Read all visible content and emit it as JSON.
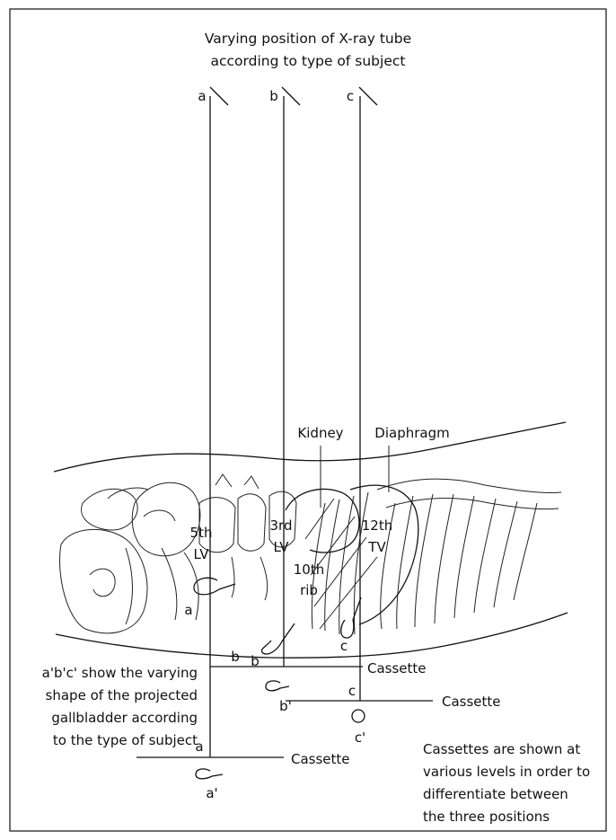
{
  "title_line1": "Varying position of X-ray tube",
  "title_line2": "according to type of subject",
  "tube_labels": {
    "a": "a",
    "b": "b",
    "c": "c"
  },
  "anatomy": {
    "kidney": "Kidney",
    "diaphragm": "Diaphragm",
    "lv5_line1": "5th",
    "lv5_line2": "LV",
    "lv3_line1": "3rd",
    "lv3_line2": "LV",
    "rib_line1": "10th",
    "rib_line2": "rib",
    "tv12_line1": "12th",
    "tv12_line2": "TV"
  },
  "gallbladder_labels": {
    "a": "a",
    "b": "b",
    "c": "c"
  },
  "cassette_labels": {
    "a": "a",
    "b": "b",
    "c": "c"
  },
  "projection_labels": {
    "a": "a'",
    "b": "b'",
    "c": "c'"
  },
  "cassette_text": "Cassette",
  "left_note": [
    "a'b'c' show the varying",
    "shape of the projected",
    "gallbladder according",
    "to the type of subject"
  ],
  "right_note": [
    "Cassettes are shown at",
    "various levels in order to",
    "differentiate between",
    "the three positions"
  ]
}
